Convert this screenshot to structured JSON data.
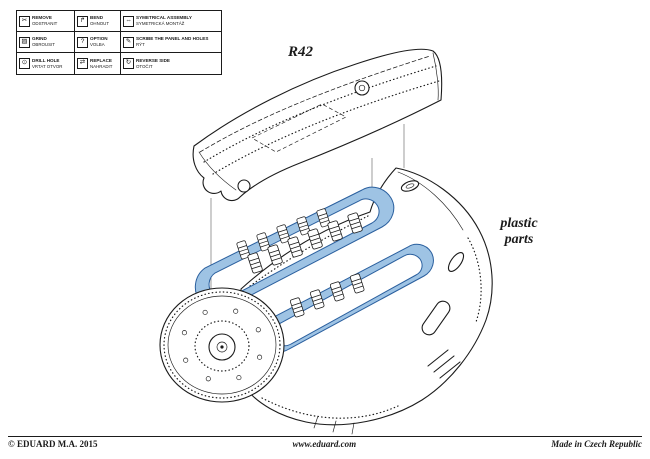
{
  "sheet": {
    "part_label": "R42",
    "plastic_parts_label": "plastic parts",
    "colors": {
      "photo_etch_fill": "#9ec3e4",
      "photo_etch_stroke": "#2a5f9e",
      "line": "#1b1b1b",
      "paper": "#ffffff"
    }
  },
  "legend": {
    "items": [
      {
        "icon": "remove-icon",
        "glyph": "✂",
        "en": "REMOVE",
        "cz": "ODSTRANIT"
      },
      {
        "icon": "bend-icon",
        "glyph": "↱",
        "en": "BEND",
        "cz": "OHNOUT"
      },
      {
        "icon": "symmetry-icon",
        "glyph": "⇔",
        "en": "SYMETRICAL ASSEMBLY",
        "cz": "SYMETRICKÁ MONTÁŽ"
      },
      {
        "icon": "grind-icon",
        "glyph": "▨",
        "en": "GRIND",
        "cz": "OBROUSIT"
      },
      {
        "icon": "option-icon",
        "glyph": "?",
        "en": "OPTION",
        "cz": "VOLBA"
      },
      {
        "icon": "scribe-icon",
        "glyph": "✎",
        "en": "SCRIBE THE PANEL AND HOLES",
        "cz": "RÝT"
      },
      {
        "icon": "drill-icon",
        "glyph": "⊙",
        "en": "DRILL HOLE",
        "cz": "VRTAT OTVOR"
      },
      {
        "icon": "replace-icon",
        "glyph": "⇄",
        "en": "REPLACE",
        "cz": "NAHRADIT"
      },
      {
        "icon": "reverse-icon",
        "glyph": "↻",
        "en": "REVERSE SIDE",
        "cz": "OTOČIT"
      }
    ]
  },
  "footer": {
    "copyright": "© EDUARD  M.A. 2015",
    "website": "www.eduard.com",
    "made_in": "Made in Czech Republic"
  }
}
